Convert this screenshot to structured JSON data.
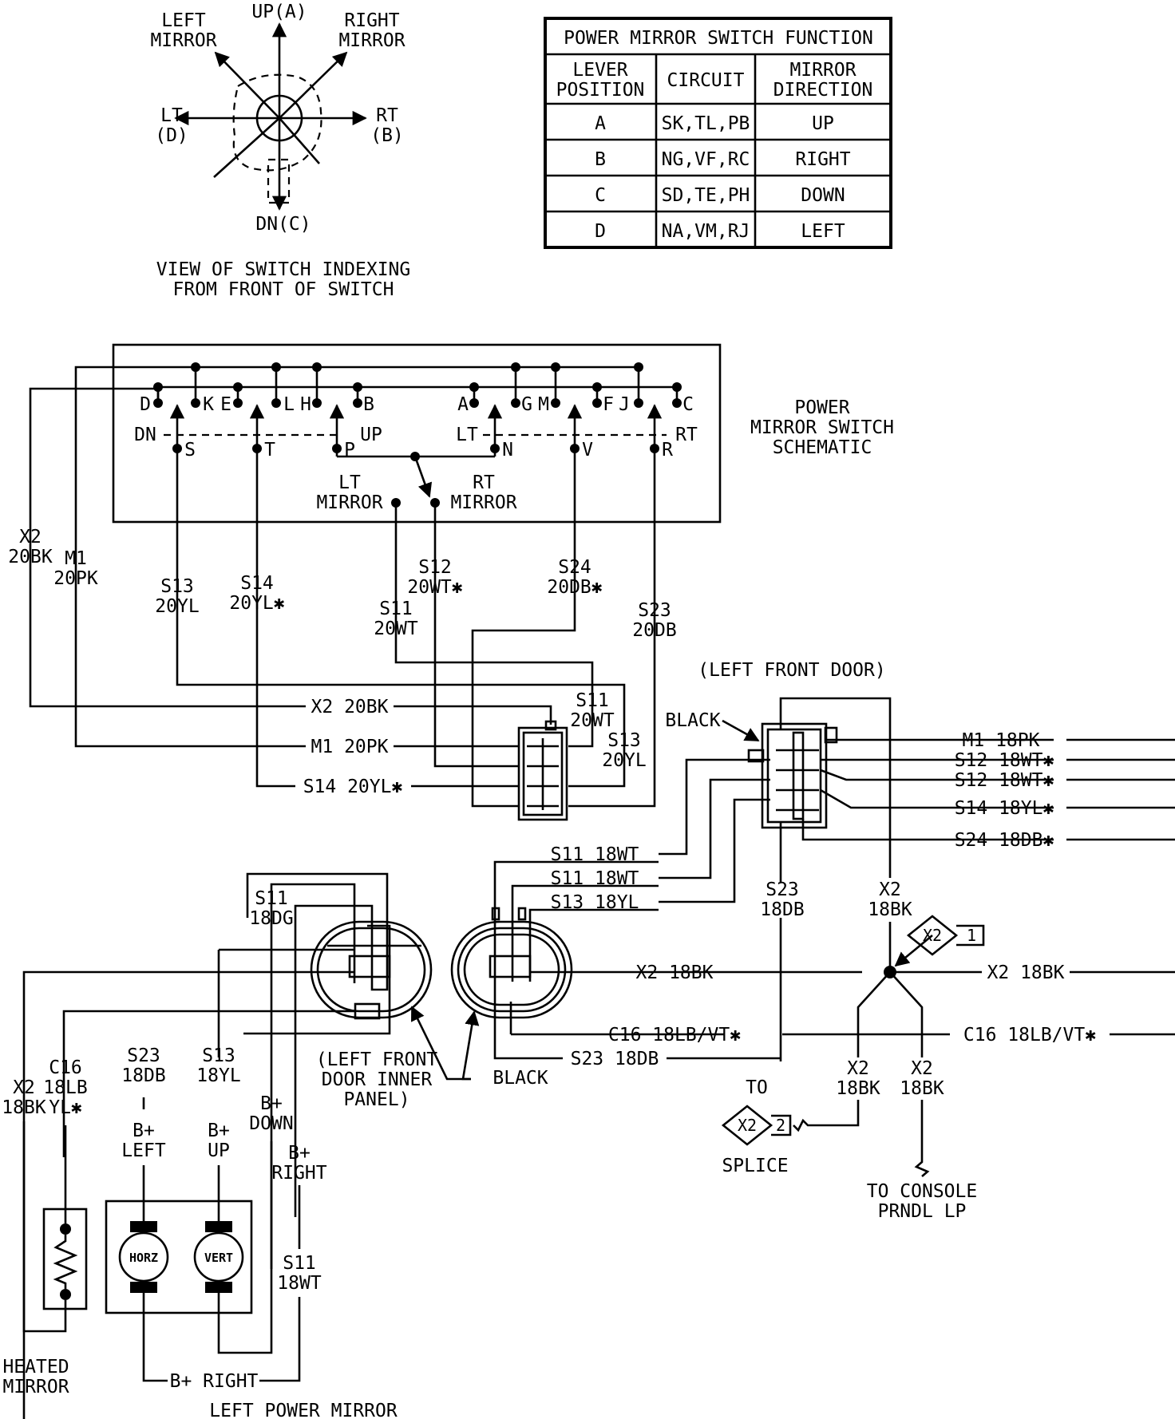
{
  "indexing": {
    "up": "UP(A)",
    "left_mirror": [
      "LEFT",
      "MIRROR"
    ],
    "right_mirror": [
      "RIGHT",
      "MIRROR"
    ],
    "lt": [
      "LT",
      "(D)"
    ],
    "rt": [
      "RT",
      "(B)"
    ],
    "dn": "DN(C)",
    "caption": [
      "VIEW OF SWITCH INDEXING",
      "FROM FRONT OF SWITCH"
    ]
  },
  "function_table": {
    "title": "POWER MIRROR SWITCH FUNCTION",
    "headers": [
      [
        "LEVER",
        "POSITION"
      ],
      [
        "CIRCUIT"
      ],
      [
        "MIRROR",
        "DIRECTION"
      ]
    ],
    "rows": [
      [
        "A",
        "SK,TL,PB",
        "UP"
      ],
      [
        "B",
        "NG,VF,RC",
        "RIGHT"
      ],
      [
        "C",
        "SD,TE,PH",
        "DOWN"
      ],
      [
        "D",
        "NA,VM,RJ",
        "LEFT"
      ]
    ]
  },
  "switch": {
    "title": [
      "POWER",
      "MIRROR SWITCH",
      "SCHEMATIC"
    ],
    "top_terminals": [
      "D",
      "K",
      "E",
      "L",
      "H",
      "B",
      "A",
      "G",
      "M",
      "F",
      "J",
      "C"
    ],
    "dn": "DN",
    "up": "UP",
    "lt": "LT",
    "rt": "RT",
    "bottom_terminals": [
      "S",
      "T",
      "P",
      "N",
      "V",
      "R"
    ],
    "lt_mirror": [
      "LT",
      "MIRROR"
    ],
    "rt_mirror": [
      "RT",
      "MIRROR"
    ]
  },
  "wires": {
    "x2_20bk": [
      "X2",
      "20BK"
    ],
    "m1_20pk": [
      "M1",
      "20PK"
    ],
    "s13_20yl": [
      "S13",
      "20YL"
    ],
    "s14_20yl": [
      "S14",
      "20YL✱"
    ],
    "s11_20wt": [
      "S11",
      "20WT"
    ],
    "s12_20wt": [
      "S12",
      "20WT✱"
    ],
    "s24_20db": [
      "S24",
      "20DB✱"
    ],
    "s23_20db": [
      "S23",
      "20DB"
    ],
    "conn_x2": "X2 20BK",
    "conn_m1": "M1 20PK",
    "conn_s14": "S14 20YL✱",
    "conn_s11": [
      "S11",
      "20WT"
    ],
    "conn_s13": [
      "S13",
      "20YL"
    ]
  },
  "door": {
    "title": "(LEFT FRONT DOOR)",
    "black": "BLACK",
    "right_wires": [
      "M1 18PK",
      "S12 18WT✱",
      "S12 18WT✱",
      "S14 18YL✱",
      "S24 18DB✱"
    ],
    "left_wires": [
      "S11 18WT",
      "S11 18WT",
      "S13 18YL"
    ],
    "s23_18db": [
      "S23",
      "18DB"
    ],
    "x2_18bk": [
      "X2",
      "18BK"
    ],
    "splice_x2": "X2",
    "splice_num": "1",
    "x2_right": "X2 18BK",
    "x2_left": "X2 18BK",
    "c16_right": "C16 18LB/VT✱",
    "c16_left": "C16 18LB/VT✱",
    "s23_left": "S23 18DB",
    "x2_branch_a": [
      "X2",
      "18BK"
    ],
    "x2_branch_b": [
      "X2",
      "18BK"
    ],
    "to": "TO",
    "splice2_x2": "X2",
    "splice2_num": "2",
    "splice": "SPLICE",
    "console": [
      "TO CONSOLE",
      "PRNDL LP"
    ]
  },
  "inner_panel": {
    "label": [
      "(LEFT FRONT",
      "DOOR INNER",
      "PANEL)"
    ],
    "black": "BLACK",
    "s11_18dg": [
      "S11",
      "18DG"
    ]
  },
  "mirror": {
    "x2_18bk": [
      "X2",
      "18BK"
    ],
    "c16": [
      "C16",
      "18LB",
      "YL✱"
    ],
    "s23": [
      "S23",
      "18DB"
    ],
    "s13": [
      "S13",
      "18YL"
    ],
    "b_left": [
      "B+",
      "LEFT"
    ],
    "b_up": [
      "B+",
      "UP"
    ],
    "b_down": [
      "B+",
      "DOWN"
    ],
    "b_right": [
      "B+",
      "RIGHT"
    ],
    "s11_18wt": [
      "S11",
      "18WT"
    ],
    "horz": "HORZ",
    "vert": "VERT",
    "b_right_bottom": "B+ RIGHT",
    "heated": [
      "HEATED",
      "MIRROR"
    ],
    "title": "LEFT POWER MIRROR"
  }
}
